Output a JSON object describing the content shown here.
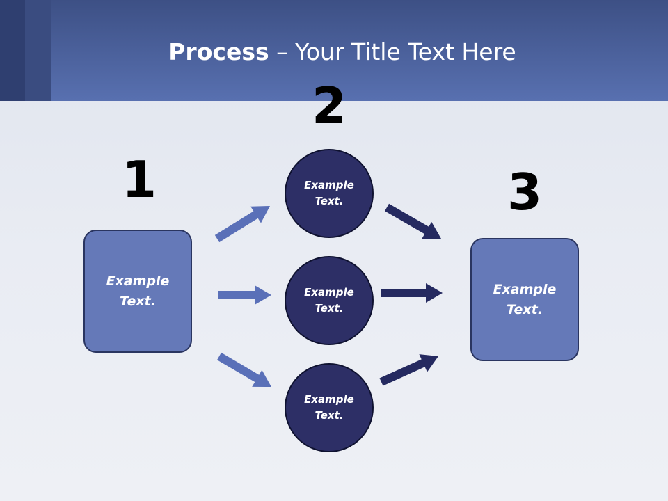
{
  "title": {
    "bold": "Process",
    "rest": " – Your Title Text Here"
  },
  "steps": [
    {
      "number": "1",
      "text": [
        "Example",
        "Text."
      ]
    },
    {
      "number": "2",
      "circles": [
        {
          "text": [
            "Example",
            "Text."
          ]
        },
        {
          "text": [
            "Example",
            "Text."
          ]
        },
        {
          "text": [
            "Example",
            "Text."
          ]
        }
      ]
    },
    {
      "number": "3",
      "text": [
        "Example",
        "Text."
      ]
    }
  ],
  "colors": {
    "header": "#5870b0",
    "box": "#6579b8",
    "circle": "#2d2f66",
    "arrow_light": "#5a70b8",
    "arrow_dark": "#252a60"
  }
}
